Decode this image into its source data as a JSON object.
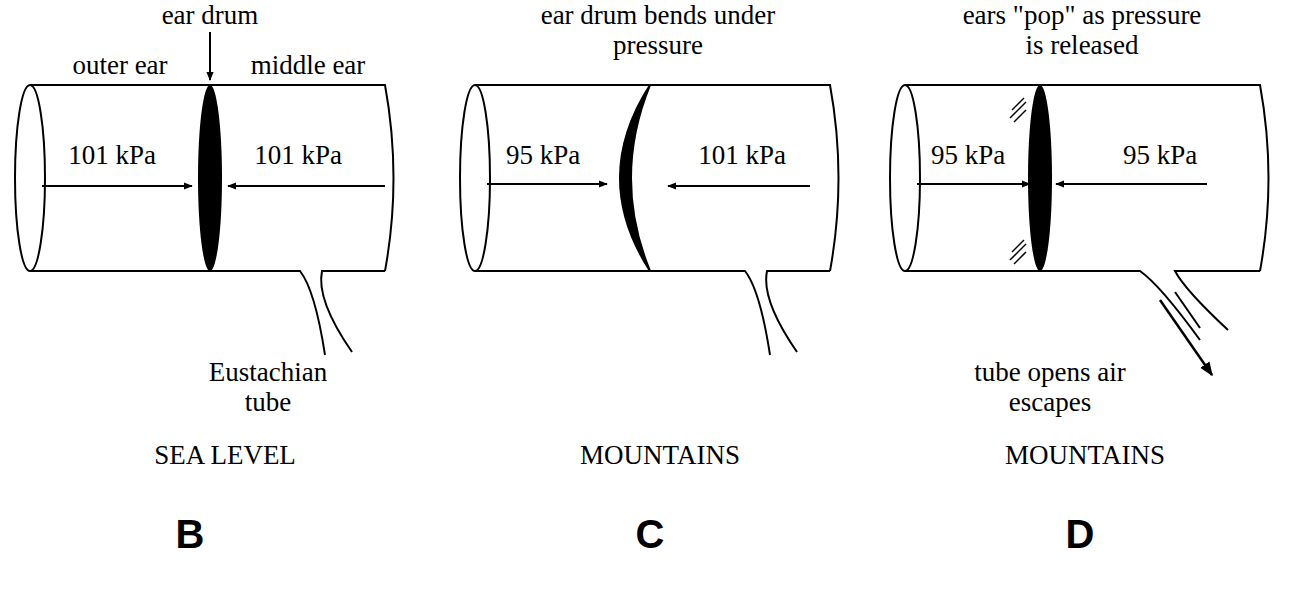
{
  "diagram": {
    "labels": [
      "ear drum",
      "outer ear",
      "middle ear",
      "101 kPa",
      "101 kPa",
      "Eustachian tube",
      "SEA LEVEL",
      "B",
      "ear drum bends under pressure",
      "95 kPa",
      "101 kPa",
      "MOUNTAINS",
      "C",
      "ears \"pop\" as pressure is released",
      "95 kPa",
      "95 kPa",
      "tube opens air escapes",
      "MOUNTAINS",
      "D"
    ]
  }
}
